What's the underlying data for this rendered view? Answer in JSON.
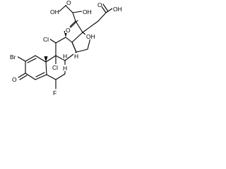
{
  "molecule": {
    "atom_labels": {
      "oh_acid_top": "OH",
      "o_acid_top": "O",
      "oh_secondary": "OH",
      "oh_acid_right": "OH",
      "o_ketone": "O",
      "o_acid_right": "O",
      "cl_11": "Cl",
      "oh_17": "OH",
      "br_2": "Br",
      "h_8": "H",
      "cl_9": "Cl",
      "h_14": "H",
      "h_9": "H",
      "o_3": "O",
      "f_6": "F"
    },
    "colors": {
      "bond": "#000000",
      "label": "#000000",
      "background": "#ffffff"
    }
  }
}
